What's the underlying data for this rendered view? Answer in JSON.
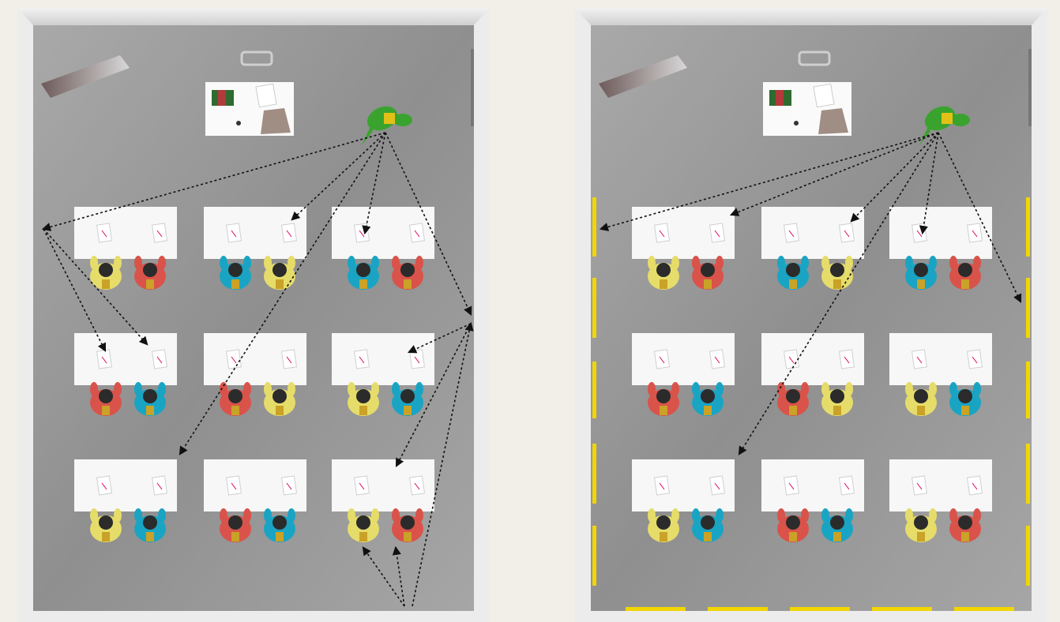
{
  "colors": {
    "page_background": "#f2efe8",
    "room_floor": "#9c9c9c",
    "room_wall": "#ececec",
    "desk": "#f7f7f7",
    "paper": "#ffffff",
    "arrow": "#111111",
    "boundary_tape": "#f2d600",
    "teacher": "#3aa32e",
    "student_yellow": "#e6dc6a",
    "student_red": "#d9534a",
    "student_blue": "#1aa4c4",
    "chair": "#c9a227"
  },
  "panels": [
    {
      "id": "left",
      "boundary_markers": false,
      "student_colors": [
        [
          "student_yellow",
          "student_red"
        ],
        [
          "student_blue",
          "student_yellow"
        ],
        [
          "student_blue",
          "student_red"
        ],
        [
          "student_red",
          "student_blue"
        ],
        [
          "student_red",
          "student_yellow"
        ],
        [
          "student_yellow",
          "student_blue"
        ],
        [
          "student_yellow",
          "student_blue"
        ],
        [
          "student_red",
          "student_blue"
        ],
        [
          "student_yellow",
          "student_red"
        ]
      ],
      "arrow_paths": [
        "teacher-to-left-wall",
        "teacher-to-desk-2",
        "teacher-to-desk-3",
        "teacher-to-desk-7",
        "teacher-to-right-wall",
        "left-wall-to-desk-4a",
        "left-wall-to-desk-4b",
        "right-wall-to-desk-6",
        "right-wall-to-desk-9",
        "bottom-to-right-wall",
        "bottom-to-seat-9a",
        "bottom-to-seat-9b"
      ]
    },
    {
      "id": "right",
      "boundary_markers": true,
      "student_colors": [
        [
          "student_yellow",
          "student_red"
        ],
        [
          "student_blue",
          "student_yellow"
        ],
        [
          "student_blue",
          "student_red"
        ],
        [
          "student_red",
          "student_blue"
        ],
        [
          "student_red",
          "student_yellow"
        ],
        [
          "student_yellow",
          "student_blue"
        ],
        [
          "student_yellow",
          "student_blue"
        ],
        [
          "student_red",
          "student_blue"
        ],
        [
          "student_yellow",
          "student_red"
        ]
      ],
      "arrow_paths": [
        "teacher-to-left-boundary",
        "teacher-to-desk-1",
        "teacher-to-desk-2",
        "teacher-to-desk-3",
        "teacher-to-desk-7",
        "teacher-to-right-boundary"
      ]
    }
  ]
}
